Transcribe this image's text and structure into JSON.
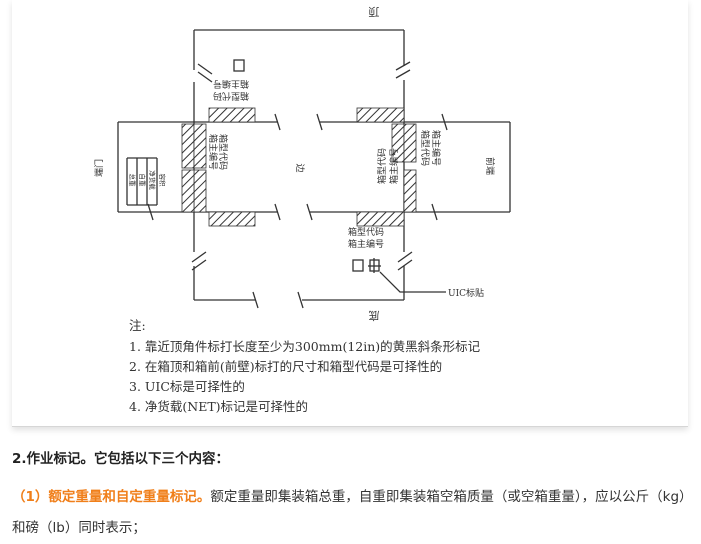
{
  "diagram": {
    "top_label": "顶",
    "bottom_label": "底",
    "left_label": "端门",
    "right_label": "前端",
    "center_label": "边",
    "top_panel_text_1": "箱主编号",
    "top_panel_text_2": "箱型代码",
    "left_panel_text_1": "箱主编号",
    "left_panel_text_2": "箱型代码",
    "left_small_text": [
      "总重",
      "自重",
      "净货载",
      "容积"
    ],
    "center_right_text_1": "箱型代码",
    "center_right_text_2": "箱主编号",
    "right_panel_text_1": "箱型代码",
    "right_panel_text_2": "箱主编号",
    "bottom_panel_text_1": "箱型代码",
    "bottom_panel_text_2": "箱主编号",
    "uic_label": "UIC标贴",
    "note_title": "注:",
    "notes": [
      "1. 靠近顶角件标打长度至少为300mm(12in)的黄黑斜条形标记",
      "2. 在箱顶和箱前(前壁)标打的尺寸和箱型代码是可择性的",
      "3. UIC标是可择性的",
      "4. 净货载(NET)标记是可择性的"
    ]
  },
  "section": {
    "heading": "2.作业标记。它包括以下三个内容：",
    "item_title": "（1）额定重量和自定重量标记。",
    "item_body": "额定重量即集装箱总重，自重即集装箱空箱质量（或空箱重量），应以公斤（kg）和磅（lb）同时表示；"
  }
}
